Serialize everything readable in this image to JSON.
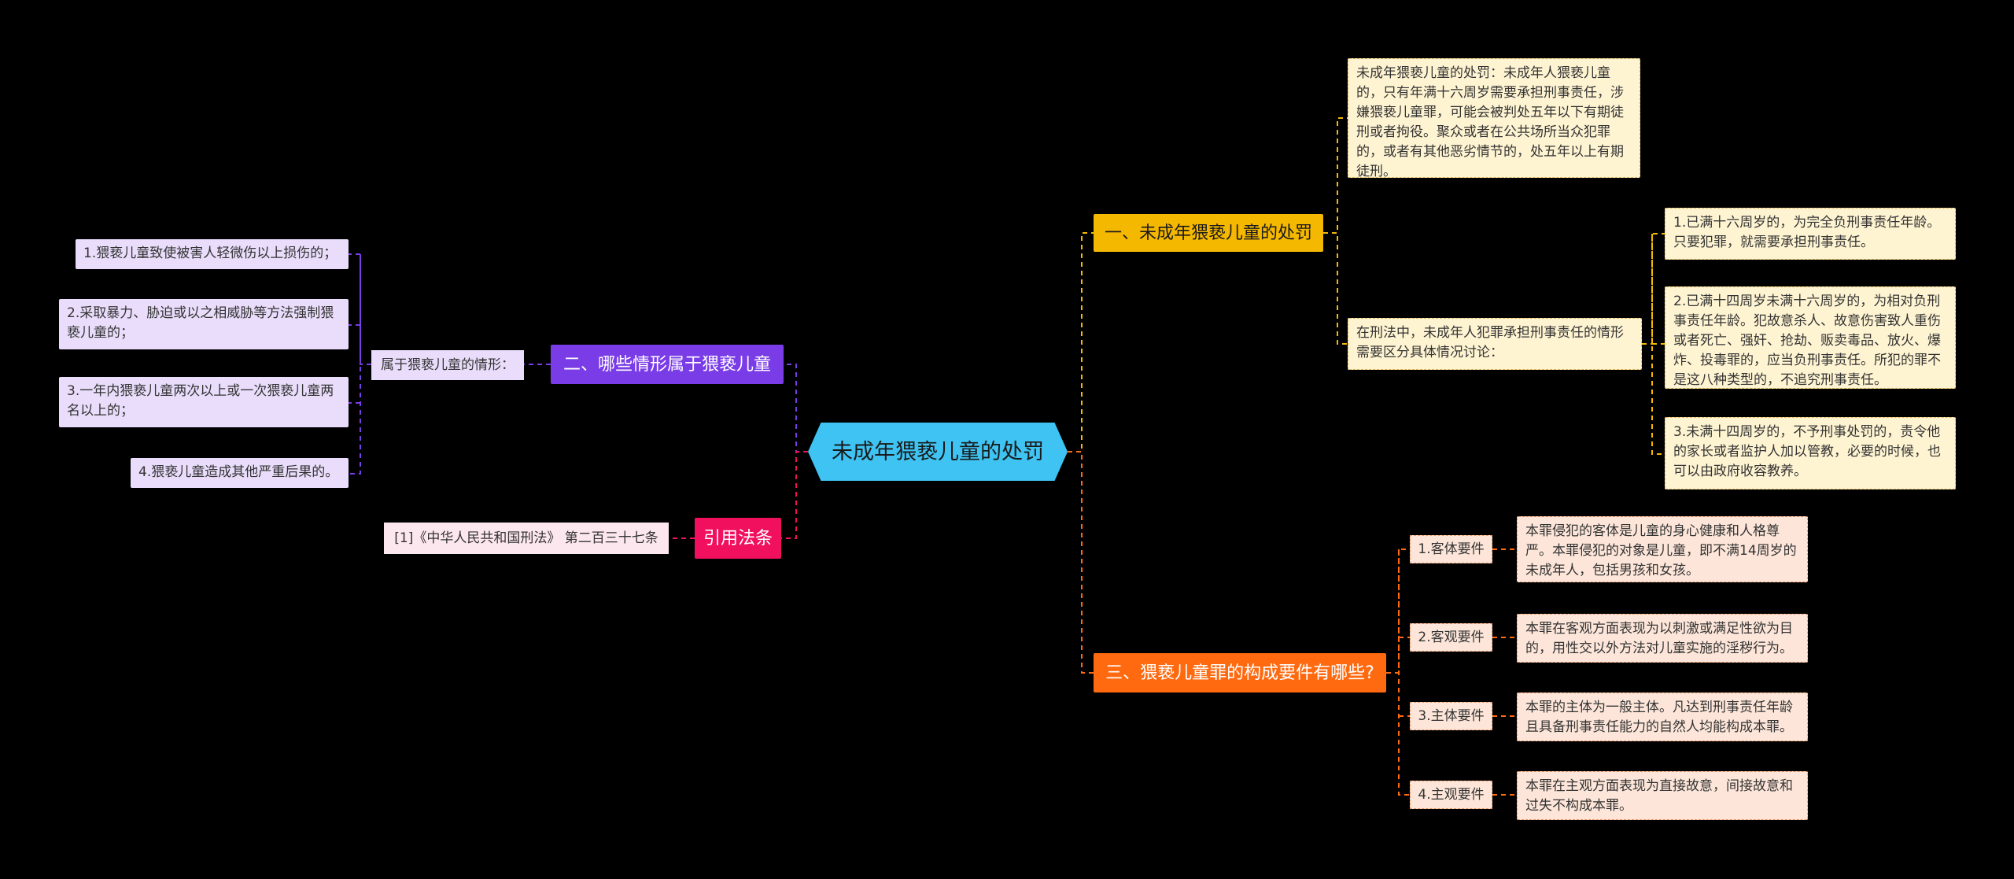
{
  "root": {
    "label": "未成年猥亵儿童的处罚"
  },
  "branch1": {
    "label": "一、未成年猥亵儿童的处罚",
    "penalty_text": "未成年猥亵儿童的处罚：未成年人猥亵儿童的，只有年满十六周岁需要承担刑事责任，涉嫌猥亵儿童罪，可能会被判处五年以下有期徒刑或者拘役。聚众或者在公共场所当众犯罪的，或者有其他恶劣情节的，处五年以上有期徒刑。",
    "age_text": "在刑法中，未成年人犯罪承担刑事责任的情形需要区分具体情况讨论：",
    "ages": [
      "1.已满十六周岁的，为完全负刑事责任年龄。只要犯罪，就需要承担刑事责任。",
      "2.已满十四周岁未满十六周岁的，为相对负刑事责任年龄。犯故意杀人、故意伤害致人重伤或者死亡、强奸、抢劫、贩卖毒品、放火、爆炸、投毒罪的，应当负刑事责任。所犯的罪不是这八种类型的，不追究刑事责任。",
      "3.未满十四周岁的，不予刑事处罚的，责令他的家长或者监护人加以管教，必要的时候，也可以由政府收容教养。"
    ]
  },
  "branch2": {
    "label": "二、哪些情形属于猥亵儿童",
    "sub_label": "属于猥亵儿童的情形：",
    "items": [
      "1.猥亵儿童致使被害人轻微伤以上损伤的；",
      "2.采取暴力、胁迫或以之相威胁等方法强制猥亵儿童的；",
      "3.一年内猥亵儿童两次以上或一次猥亵儿童两名以上的；",
      "4.猥亵儿童造成其他严重后果的。"
    ]
  },
  "branch3": {
    "label": "引用法条",
    "citation": "[1]《中华人民共和国刑法》 第二百三十七条"
  },
  "branch4": {
    "label": "三、猥亵儿童罪的构成要件有哪些?",
    "items": [
      {
        "label": "1.客体要件",
        "text": "本罪侵犯的客体是儿童的身心健康和人格尊严。本罪侵犯的对象是儿童，即不满14周岁的未成年人，包括男孩和女孩。"
      },
      {
        "label": "2.客观要件",
        "text": "本罪在客观方面表现为以刺激或满足性欲为目的，用性交以外方法对儿童实施的淫秽行为。"
      },
      {
        "label": "3.主体要件",
        "text": "本罪的主体为一般主体。凡达到刑事责任年龄且具备刑事责任能力的自然人均能构成本罪。"
      },
      {
        "label": "4.主观要件",
        "text": "本罪在主观方面表现为直接故意，间接故意和过失不构成本罪。"
      }
    ]
  },
  "colors": {
    "background": "#000000",
    "root": "#3ec3f2",
    "branch1": "#f5b800",
    "branch2": "#7a3ce6",
    "branch3": "#f0105e",
    "branch4": "#ff6a10"
  }
}
